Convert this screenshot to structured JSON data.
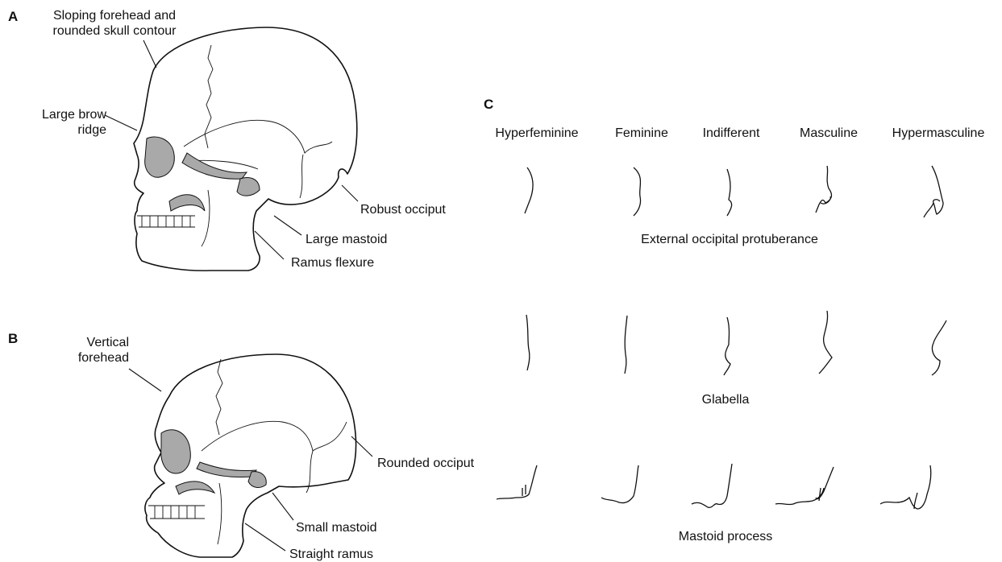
{
  "panels": {
    "a": "A",
    "b": "B",
    "c": "C"
  },
  "skull_a": {
    "forehead": [
      "Sloping forehead and",
      "rounded skull contour"
    ],
    "brow": [
      "Large brow",
      "ridge"
    ],
    "occiput": "Robust occiput",
    "mastoid": "Large mastoid",
    "ramus": "Ramus flexure"
  },
  "skull_b": {
    "forehead": [
      "Vertical",
      "forehead"
    ],
    "occiput": "Rounded occiput",
    "mastoid": "Small mastoid",
    "ramus": "Straight ramus"
  },
  "scale": {
    "columns": [
      "Hyperfeminine",
      "Feminine",
      "Indifferent",
      "Masculine",
      "Hypermasculine"
    ],
    "rows": [
      "External occipital protuberance",
      "Glabella",
      "Mastoid process"
    ]
  }
}
